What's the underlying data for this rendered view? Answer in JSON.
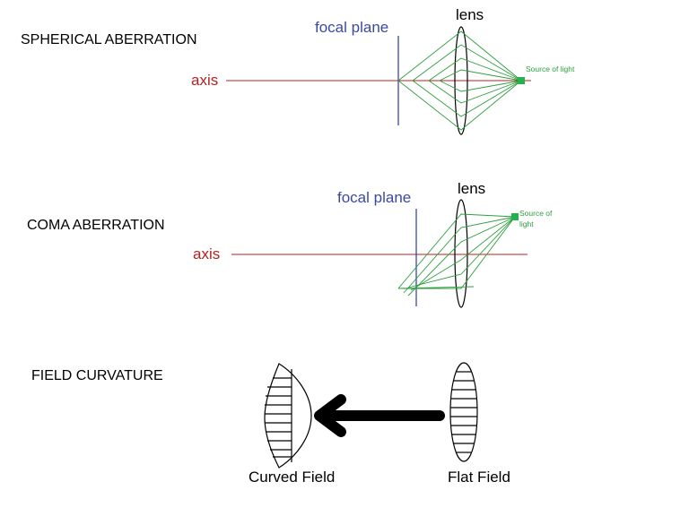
{
  "spherical": {
    "heading": "SPHERICAL ABERRATION",
    "focal_plane_label": "focal plane",
    "lens_label": "lens",
    "axis_label": "axis",
    "source_label": "Source of light"
  },
  "coma": {
    "heading": "COMA ABERRATION",
    "focal_plane_label": "focal plane",
    "lens_label": "lens",
    "axis_label": "axis",
    "source_label_line1": "Source of",
    "source_label_line2": "light"
  },
  "field": {
    "heading": "FIELD CURVATURE",
    "curved_label": "Curved Field",
    "flat_label": "Flat Field"
  },
  "colors": {
    "axis": "#b22222",
    "focal_plane": "#3a4aa0",
    "rays": "#2e9e3e",
    "ink": "#000000"
  }
}
